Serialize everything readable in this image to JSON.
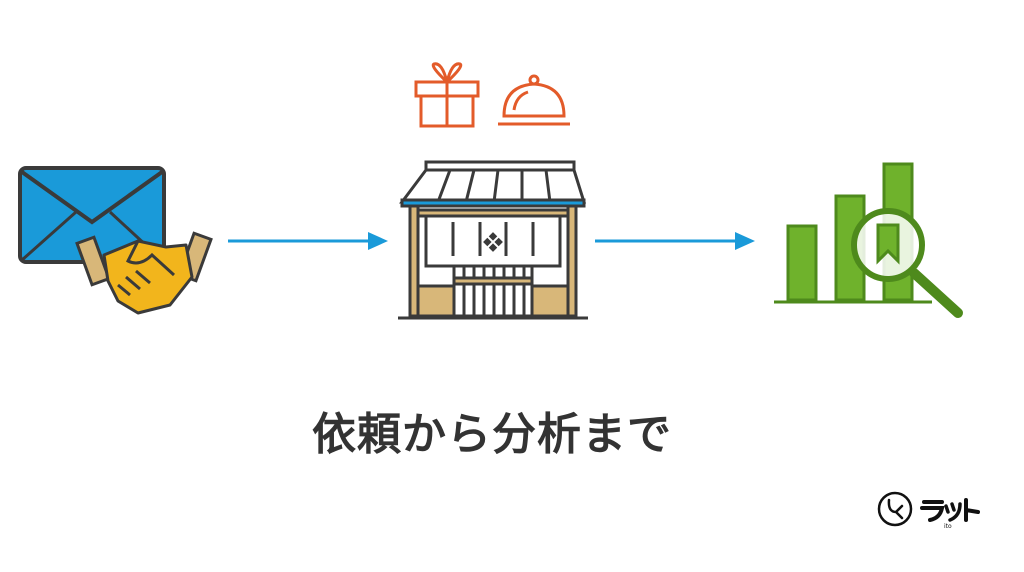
{
  "title": "依頼から分析まで",
  "steps": [
    {
      "name": "request",
      "icons": [
        "envelope-icon",
        "handshake-icon"
      ]
    },
    {
      "name": "store",
      "icons": [
        "gift-icon",
        "cloche-icon",
        "storefront-icon"
      ]
    },
    {
      "name": "analysis",
      "icons": [
        "bar-chart-icon",
        "magnifier-icon"
      ]
    }
  ],
  "colors": {
    "blue": "#1a9ad9",
    "yellow": "#f2b51c",
    "orange": "#e35b2a",
    "green": "#6fb22c",
    "wood": "#d8b779",
    "outline": "#3a3a3a"
  },
  "logo": {
    "text": "ito"
  }
}
